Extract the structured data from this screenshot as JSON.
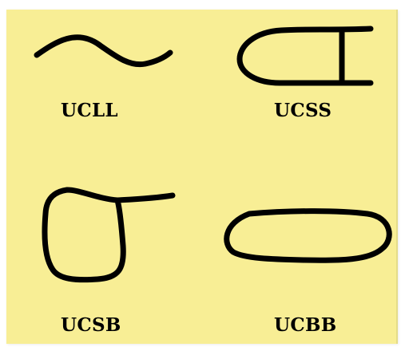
{
  "figure": {
    "background_color": "#f8ee95",
    "stroke_color": "#000000",
    "shapes": [
      {
        "id": "ucll",
        "label": "UCLL",
        "shape": "wave-curve"
      },
      {
        "id": "ucss",
        "label": "UCSS",
        "shape": "u-shape-with-vertical-bar"
      },
      {
        "id": "ucsb",
        "label": "UCSB",
        "shape": "rounded-square-with-extended-top-line"
      },
      {
        "id": "ucbb",
        "label": "UCBB",
        "shape": "closed-rounded-oval"
      }
    ]
  }
}
